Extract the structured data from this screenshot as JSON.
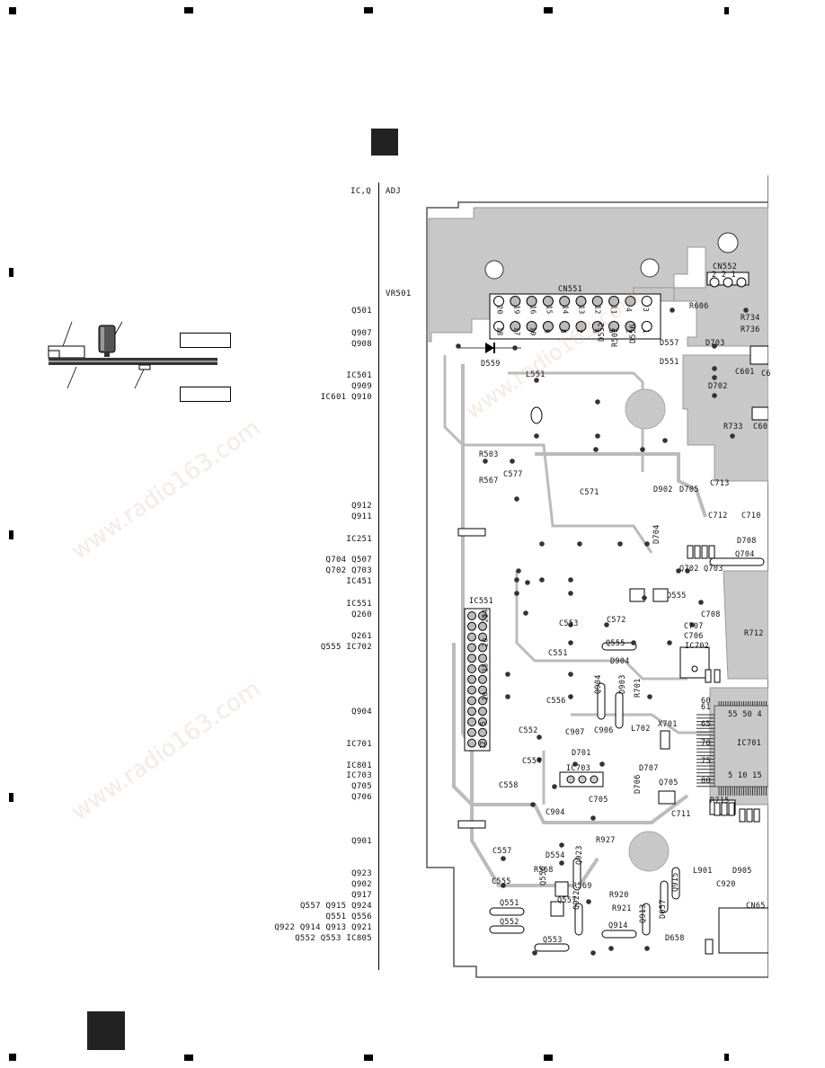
{
  "header": {
    "left_label": "IC,Q",
    "right_label": "ADJ"
  },
  "adj_items": [
    {
      "label": "VR501"
    }
  ],
  "left_column": [
    {
      "label": "Q501"
    },
    {
      "label": "Q907"
    },
    {
      "label": "Q908"
    },
    {
      "label": "IC501"
    },
    {
      "label": "Q909"
    },
    {
      "label": "IC601  Q910"
    },
    {
      "label": "Q912"
    },
    {
      "label": "Q911"
    },
    {
      "label": "IC251"
    },
    {
      "label": "Q704  Q507"
    },
    {
      "label": "Q702  Q703"
    },
    {
      "label": "IC451"
    },
    {
      "label": "IC551"
    },
    {
      "label": "Q260"
    },
    {
      "label": "Q261"
    },
    {
      "label": "Q555  IC702"
    },
    {
      "label": "Q904"
    },
    {
      "label": "IC701"
    },
    {
      "label": "IC801"
    },
    {
      "label": "IC703"
    },
    {
      "label": "Q705"
    },
    {
      "label": "Q706"
    },
    {
      "label": "Q901"
    },
    {
      "label": "Q923"
    },
    {
      "label": "Q902"
    },
    {
      "label": "Q917"
    },
    {
      "label": "Q557  Q915  Q924"
    },
    {
      "label": "Q551  Q556"
    },
    {
      "label": "Q922  Q914  Q913  Q921"
    },
    {
      "label": "Q552 Q553  IC805"
    }
  ],
  "board_labels": {
    "cn551": "CN551",
    "cn552": "CN552",
    "cn552_pins": "2  2  1",
    "r606": "R606",
    "r734": "R734",
    "r736": "R736",
    "d703": "D703",
    "d557": "D557",
    "d551": "D551",
    "d552": "D552",
    "r502": "R502",
    "d556": "D556",
    "d559": "D559",
    "l551": "L551",
    "c601": "C601",
    "c6": "C6",
    "c60": "C60",
    "d702": "D702",
    "r733": "R733",
    "r503": "R503",
    "r567": "R567",
    "c577": "C577",
    "c571": "C571",
    "d902": "D902",
    "d705": "D705",
    "c713": "C713",
    "c712": "C712",
    "c710": "C710",
    "d708": "D708",
    "q704": "Q704",
    "q702": "Q702",
    "q703": "Q703",
    "d704": "D704",
    "d555": "D555",
    "ic551": "IC551",
    "c553": "C553",
    "c572": "C572",
    "c707": "C707",
    "c706": "C706",
    "c708": "C708",
    "r712": "R712",
    "ic702": "IC702",
    "q555": "Q555",
    "c551": "C551",
    "d904": "D904",
    "q904": "Q904",
    "d903": "D903",
    "r701": "R701",
    "c556": "C556",
    "c552": "C552",
    "c907": "C907",
    "c906": "C906",
    "l702": "L702",
    "x701": "X701",
    "ic701": "IC701",
    "d701": "D701",
    "c554": "C554",
    "ic703": "IC703",
    "d707": "D707",
    "c558": "C558",
    "q705": "Q705",
    "d706": "D706",
    "c705": "C705",
    "c904": "C904",
    "c711": "C711",
    "r715": "R715",
    "c557": "C557",
    "d554": "D554",
    "r927": "R927",
    "r568": "R568",
    "c555": "C555",
    "q556": "Q556",
    "q557": "Q557",
    "r569": "R569",
    "q923": "Q923",
    "l901": "L901",
    "d905": "D905",
    "c920": "C920",
    "q551": "Q551",
    "q922": "Q922",
    "r920": "R920",
    "r921": "R921",
    "q915": "Q915",
    "q552": "Q552",
    "q914": "Q914",
    "q913": "Q913",
    "d657": "D657",
    "d658": "D658",
    "q553": "Q553",
    "cn65": "CN65",
    "ic701_pin_nums_top": "55  50  4",
    "ic701_pin_nums_bottom": "5  10  15",
    "ic701_pin_nums_left": [
      "60",
      "61",
      "65",
      "70",
      "75",
      "80"
    ],
    "ic551_pins": [
      "24",
      "25",
      "20",
      "15",
      "10",
      "5",
      "2",
      "1"
    ],
    "cn551_top_pins": [
      "20",
      "19",
      "16",
      "15",
      "14",
      "13",
      "12",
      "11",
      "4",
      "3"
    ],
    "cn551_bottom_pins": [
      "18",
      "17",
      "10",
      "9",
      "8",
      "7",
      "6",
      "5",
      "2",
      "1"
    ]
  },
  "watermark": "www.radio163.com"
}
